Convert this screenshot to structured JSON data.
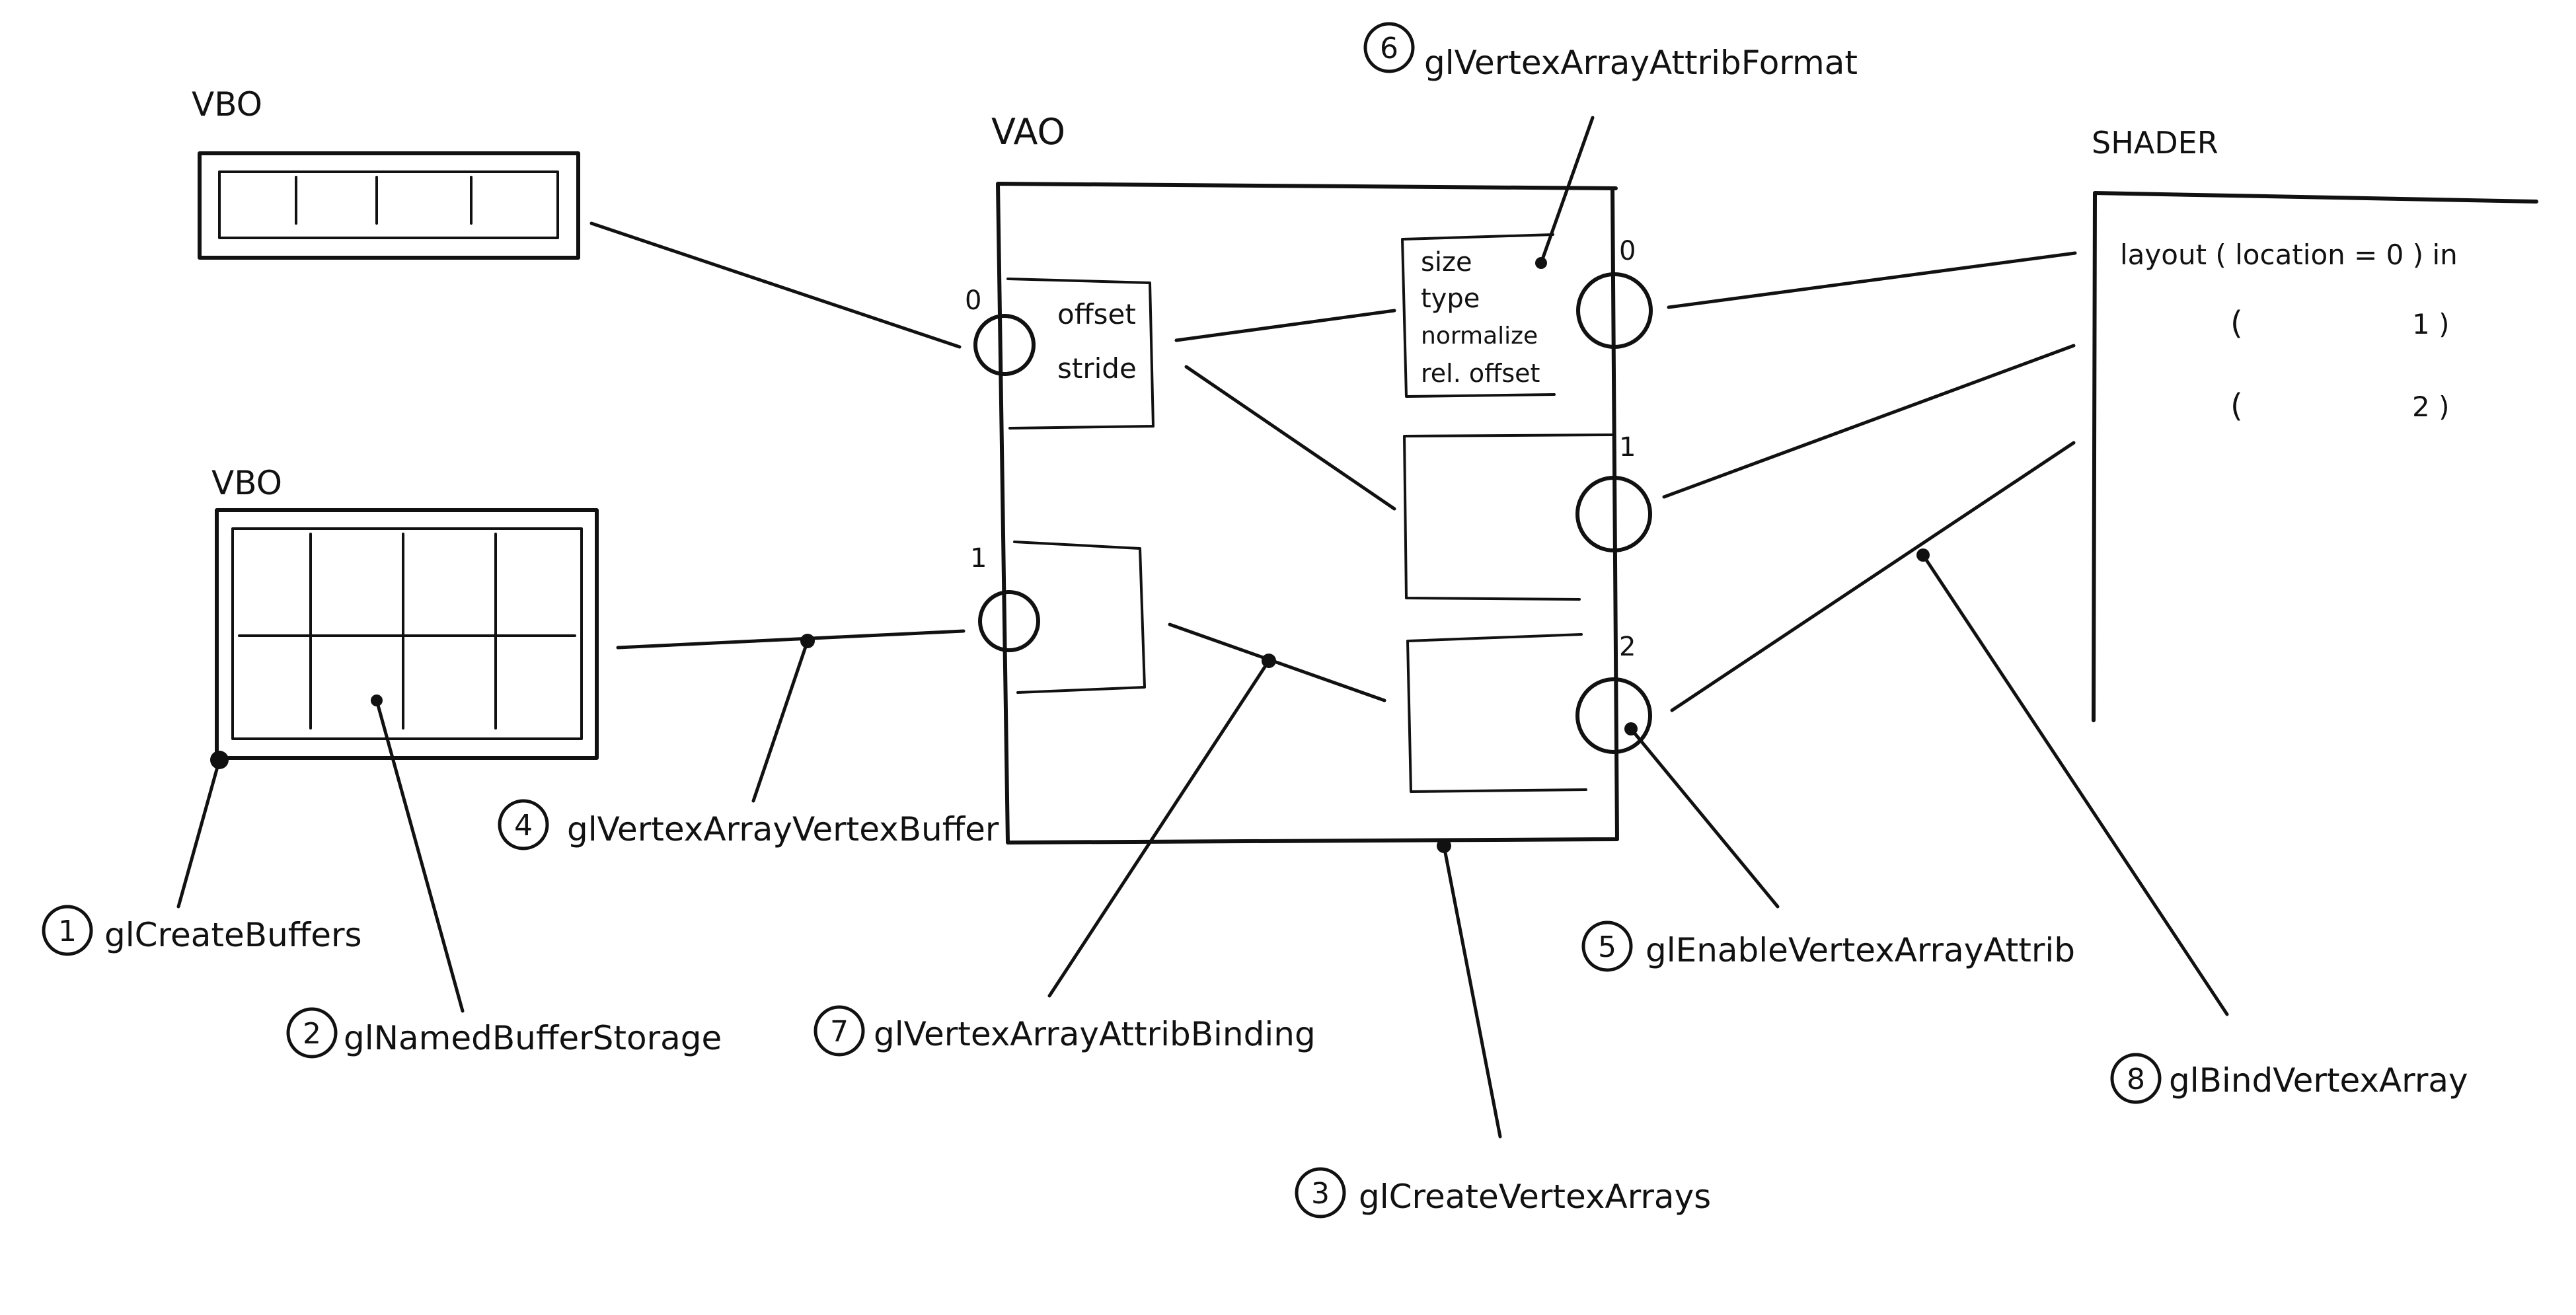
{
  "vbo_top": {
    "title": "VBO"
  },
  "vbo_bottom": {
    "title": "VBO"
  },
  "vao": {
    "title": "VAO",
    "binding_slots": [
      "0",
      "1"
    ],
    "binding_fields": [
      "offset",
      "stride"
    ],
    "attrib_slots": [
      "0",
      "1",
      "2"
    ],
    "attrib_fields": [
      "size",
      "type",
      "normalize",
      "rel. offset"
    ]
  },
  "shader": {
    "title": "SHADER",
    "line0": "layout ( location = 0 )  in",
    "line1_open": "(",
    "line1_value": "1 )",
    "line2_open": "(",
    "line2_value": "2 )"
  },
  "steps": [
    {
      "number": "1",
      "label": "glCreateBuffers"
    },
    {
      "number": "2",
      "label": "glNamedBufferStorage"
    },
    {
      "number": "3",
      "label": "glCreateVertexArrays"
    },
    {
      "number": "4",
      "label": "glVertexArrayVertexBuffer"
    },
    {
      "number": "5",
      "label": "glEnableVertexArrayAttrib"
    },
    {
      "number": "6",
      "label": "glVertexArrayAttribFormat"
    },
    {
      "number": "7",
      "label": "glVertexArrayAttribBinding"
    },
    {
      "number": "8",
      "label": "glBindVertexArray"
    }
  ]
}
